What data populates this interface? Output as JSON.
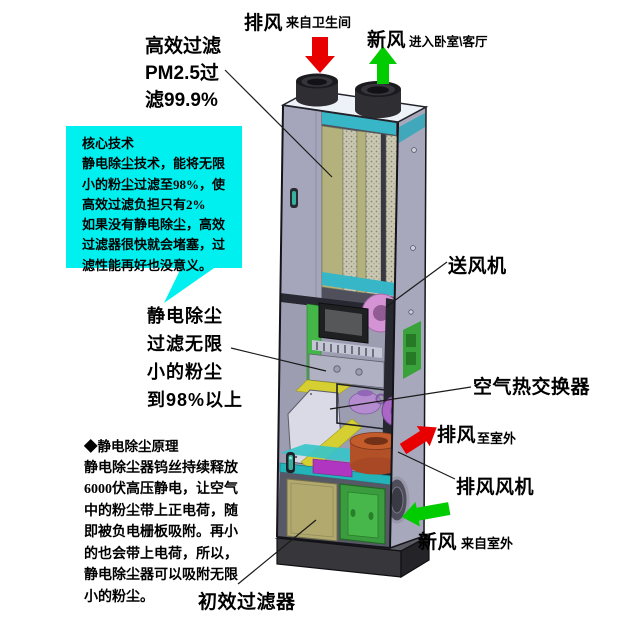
{
  "colors": {
    "callout_bg": "#00efef",
    "arrow_red": "#e80000",
    "arrow_green": "#00cc00",
    "text": "#000000"
  },
  "labels": {
    "exhaust_top": "排风",
    "exhaust_top_note": "来自卫生间",
    "fresh_top": "新风",
    "fresh_top_note": "进入卧室\\客厅",
    "hepa": [
      "高效过滤",
      "PM2.5过",
      "滤99.9%"
    ],
    "core_tech": [
      "核心技术",
      "静电除尘技术，能将无限",
      "小的粉尘过滤至98%，使",
      "高效过滤负担只有2%",
      "如果没有静电除尘，高效",
      "过滤器很快就会堵塞，过",
      "滤性能再好也没意义。"
    ],
    "esp": [
      "静电除尘",
      "过滤无限",
      "小的粉尘",
      "到98%以上"
    ],
    "principle": [
      "◆静电除尘原理",
      "静电除尘器钨丝持续释放",
      "6000伏高压静电，让空气",
      "中的粉尘带上正电荷，随",
      "即被负电栅板吸附。再小",
      "的也会带上电荷，所以，",
      "静电除尘器可以吸附无限",
      "小的粉尘。"
    ],
    "supply_fan": "送风机",
    "heat_exchanger": "空气热交换器",
    "exhaust_out": "排风",
    "exhaust_out_note": "至室外",
    "exhaust_fan": "排风风机",
    "fresh_in": "新风",
    "fresh_in_note": "来自室外",
    "primary_filter": "初效过滤器"
  }
}
